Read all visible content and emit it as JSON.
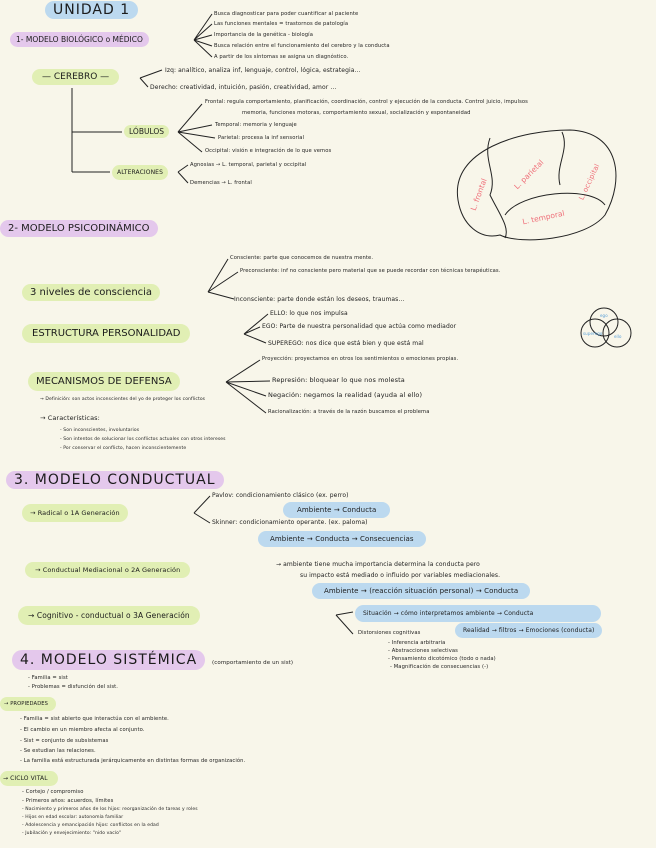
{
  "title": "UNIDAD 1",
  "s1": {
    "heading": "1- MODELO BIOLÓGICO o MÉDICO",
    "points": [
      "Busca diagnosticar para poder cuantificar al paciente",
      "Las funciones mentales = trastornos de patología",
      "Importancia de la genética - biología",
      "Busca relación entre el funcionamiento del cerebro y la conducta",
      "A partir de los síntomas se asigna un diagnóstico."
    ],
    "cerebro": "— CEREBRO —",
    "hemis": [
      "Izq: analítico, analiza inf, lenguaje, control, lógica, estrategia...",
      "Derecho: creatividad, intuición, pasión, creatividad, amor ..."
    ],
    "lobulos": "LÓBULOS",
    "lob": [
      "Frontal: regula comportamiento, planificación, coordinación, control y ejecución de la conducta. Control juicio, impulsos",
      "memoria, funciones motoras, comportamiento sexual, socialización y espontaneidad",
      "Temporal: memoria y lenguaje",
      "Parietal: procesa la inf sensorial",
      "Occipital: visión e integración de lo que vemos"
    ],
    "alteraciones": "ALTERACIONES",
    "alt": [
      "Agnosias → L. temporal, parietal y occipital",
      "Demencias → L. frontal"
    ],
    "brain": [
      "L. frontal",
      "L. parietal",
      "L. occipital",
      "L. temporal"
    ]
  },
  "s2": {
    "heading": "2- MODELO PSICODINÁMICO",
    "niveles": "3 niveles de consciencia",
    "niv": [
      "Consciente: parte que conocemos de nuestra mente.",
      "Preconsciente: inf no consciente pero material que se puede recordar con técnicas terapéuticas.",
      "Inconsciente: parte donde están los deseos, traumas..."
    ],
    "estructura": "ESTRUCTURA PERSONALIDAD",
    "est": [
      "ELLO: lo que nos impulsa",
      "EGO: Parte de nuestra personalidad que actúa como mediador",
      "SUPEREGO: nos dice que está bien y que está mal"
    ],
    "venn": [
      "ego",
      "superego",
      "ello"
    ],
    "mecanismos": "MECANISMOS DE DEFENSA",
    "mec": [
      "Proyección: proyectamos en otros los sentimientos o emociones propias.",
      "Represión: bloquear lo que nos molesta",
      "Negación: negamos la realidad (ayuda al ello)",
      "Racionalización: a través de la razón buscamos el problema"
    ],
    "definicion": "→ Definición: son actos inconscientes del yo de proteger los conflictos",
    "caracteristicas": "→ Características:",
    "car": [
      "- Son inconscientes, involuntarios",
      "- Son intentos de solucionar los conflictos actuales con otros intereses",
      "- Por conservar el conflicto, hacen inconscientemente"
    ]
  },
  "s3": {
    "heading": "3. MODELO CONDUCTUAL",
    "radical": "→ Radical o 1A Generación",
    "pavlov": "Pavlov: condicionamiento clásico (ex. perro)",
    "f1": "Ambiente → Conducta",
    "skinner": "Skinner: condicionamiento operante. (ex. paloma)",
    "f2": "Ambiente → Conducta → Consecuencias",
    "mediacional": "→ Conductual Mediacional o 2A Generación",
    "med": [
      "→ ambiente tiene mucha importancia determina la conducta pero",
      "su impacto está mediado o influido por variables mediacionales."
    ],
    "f3": "Ambiente → (reacción situación personal) → Conducta",
    "cognitivo": "→ Cognitivo - conductual o 3A Generación",
    "f4": "Situación → cómo interpretamos ambiente → Conducta",
    "distorsiones": "Distorsiones cognitivas",
    "f5": "Realidad → filtros → Emociones (conducta)",
    "dist": [
      "- Inferencia arbitraria",
      "- Abstracciones selectivas",
      "- Pensamiento dicotómico (todo o nada)",
      "- Magnificación de consecuencias (-)"
    ]
  },
  "s4": {
    "heading": "4. MODELO SISTÉMICA",
    "sub": "(comportamiento de un sist)",
    "intro": [
      "- Familia = sist",
      "- Problemas = disfunción del sist."
    ],
    "propiedades": "→ PROPIEDADES",
    "prop": [
      "- Familia = sist abierto que interactúa con el ambiente.",
      "- El cambio en un miembro afecta al conjunto.",
      "- Sist = conjunto de subsistemas",
      "- Se estudian las relaciones.",
      "- La familia está estructurada jerárquicamente en distintas formas de organización."
    ],
    "ciclo": "→ CICLO VITAL",
    "cic": [
      "- Cortejo / compromiso",
      "- Primeros años: acuerdos, límites",
      "- Nacimiento y primeros años de los hijos: reorganización de tareas y roles",
      "- Hijos en edad escolar: autonomía familiar",
      "- Adolescencia y emancipación hijos: conflictos en la edad",
      "- Jubilación y envejecimiento: \"nido vacío\""
    ]
  },
  "colors": {
    "purple": "#e4c8ec",
    "green": "#e1efb4",
    "blue": "#bcd9ef",
    "red": "#ef6f79",
    "paper": "#f8f6ea"
  }
}
